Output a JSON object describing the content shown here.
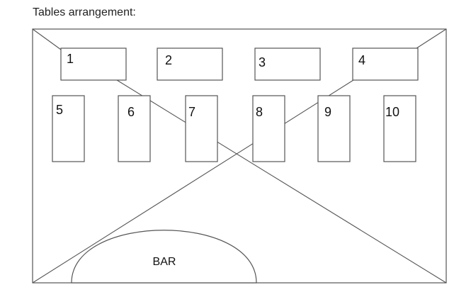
{
  "caption": "Tables arrangement:",
  "tables": [
    {
      "label": "1"
    },
    {
      "label": "2"
    },
    {
      "label": "3"
    },
    {
      "label": "4"
    },
    {
      "label": "5"
    },
    {
      "label": "6"
    },
    {
      "label": "7"
    },
    {
      "label": "8"
    },
    {
      "label": "9"
    },
    {
      "label": "10"
    }
  ],
  "bar": {
    "label": "BAR"
  },
  "colors": {
    "stroke": "#555555",
    "text": "#111111",
    "background": "#ffffff"
  }
}
